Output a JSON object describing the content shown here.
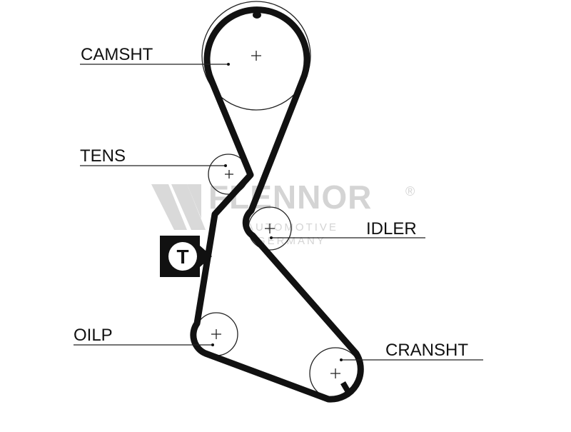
{
  "labels": {
    "camshaft": "CAMSHT",
    "tensioner": "TENS",
    "idler": "IDLER",
    "oil_pump": "OILP",
    "crankshaft": "CRANSHT"
  },
  "tensioner_marker": "T",
  "watermark": {
    "brand": "FLENNOR",
    "registered": "®",
    "line1": "AUTOMOTIVE",
    "line2": "GERMANY"
  },
  "colors": {
    "belt": "#111111",
    "pulley_outline": "#222222",
    "watermark": "#d4d4d4"
  }
}
